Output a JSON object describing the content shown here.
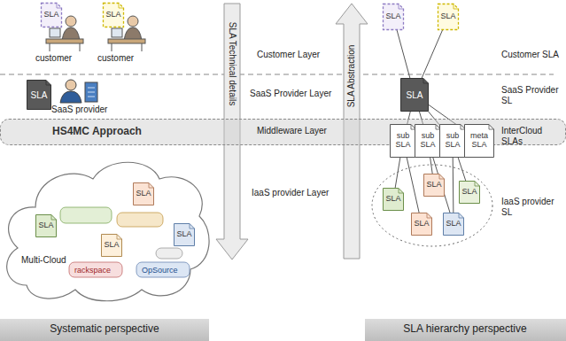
{
  "diagram": {
    "nodes": [
      {
        "text": [
          "SLA"
        ]
      },
      {
        "text": [
          "SLA"
        ]
      },
      {
        "text": [
          "SLA"
        ]
      },
      {
        "text": [
          "SLA"
        ]
      },
      {
        "text": [
          "SLA"
        ]
      },
      {
        "text": [
          "SLA"
        ]
      },
      {
        "text": [
          "HS4MC Approach"
        ]
      },
      {
        "text": [
          "sub SLA"
        ]
      },
      {
        "text": [
          "sub SLA"
        ]
      },
      {
        "text": [
          "sub SLA"
        ]
      },
      {
        "text": [
          "meta SLA"
        ]
      },
      {
        "text": [
          "Multi-Cloud"
        ]
      },
      {
        "text": [
          "SLA"
        ],
        "in": 11
      },
      {
        "text": [
          "SLA"
        ],
        "in": 11
      },
      {
        "text": [
          "SLA"
        ],
        "in": 11
      },
      {
        "text": [
          "SLA"
        ],
        "in": 11
      },
      {
        "text": [
          "SLA"
        ]
      },
      {
        "text": [
          "SLA"
        ]
      },
      {
        "text": [
          "SLA"
        ]
      },
      {
        "text": [
          "SLA"
        ]
      },
      {
        "text": [
          "SLA"
        ]
      }
    ],
    "edges": [
      {
        "from": 2,
        "to": 5,
        "arrow": "none"
      },
      {
        "from": 3,
        "to": 5,
        "arrow": "none"
      },
      {
        "from": 5,
        "to": 7,
        "arrow": "none"
      },
      {
        "from": 5,
        "to": 8,
        "arrow": "none"
      },
      {
        "from": 5,
        "to": 9,
        "arrow": "none"
      },
      {
        "from": 5,
        "to": 10,
        "arrow": "none"
      },
      {
        "from": 7,
        "to": 16,
        "arrow": "none"
      },
      {
        "from": 7,
        "to": 17,
        "arrow": "none"
      },
      {
        "from": 8,
        "to": 18,
        "arrow": "none"
      },
      {
        "from": 8,
        "to": 19,
        "arrow": "none"
      },
      {
        "from": 9,
        "to": 19,
        "arrow": "none"
      },
      {
        "from": 9,
        "to": 20,
        "arrow": "none"
      }
    ],
    "labels": [
      "customer",
      "customer",
      "SaaS provider",
      "Customer Layer",
      "SaaS Provider Layer",
      "Middleware Layer",
      "IaaS provider Layer",
      "SLA Technical details",
      "SLA Abstraction",
      "Customer SLA",
      "SaaS Provider SL",
      "InterCloud SLAs",
      "IaaS provider SL",
      "rackspace",
      "OpSource",
      "Systematic perspective",
      "SLA hierarchy perspective"
    ]
  }
}
